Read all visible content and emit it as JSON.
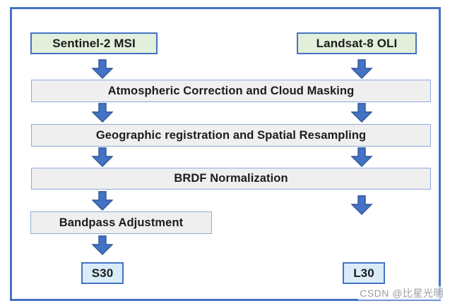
{
  "diagram": {
    "type": "flowchart",
    "description": "Harmonized Sentinel-2 / Landsat-8 processing workflow",
    "sources": [
      {
        "label": "Sentinel-2 MSI"
      },
      {
        "label": "Landsat-8 OLI"
      }
    ],
    "steps": [
      {
        "label": "Atmospheric Correction and Cloud Masking"
      },
      {
        "label": "Geographic registration and Spatial Resampling"
      },
      {
        "label": "BRDF Normalization"
      },
      {
        "label": "Bandpass Adjustment"
      }
    ],
    "outputs": [
      {
        "label": "S30"
      },
      {
        "label": "L30"
      }
    ],
    "edges": [
      "Sentinel-2 MSI -> Atmospheric Correction and Cloud Masking",
      "Landsat-8 OLI -> Atmospheric Correction and Cloud Masking",
      "Atmospheric Correction and Cloud Masking -> Geographic registration and Spatial Resampling",
      "Geographic registration and Spatial Resampling -> BRDF Normalization",
      "BRDF Normalization -> Bandpass Adjustment (Sentinel branch)",
      "BRDF Normalization -> L30 (Landsat branch)",
      "Bandpass Adjustment -> S30"
    ],
    "colors": {
      "source_fill": "#e2efda",
      "source_border": "#4472c4",
      "step_fill": "#efefef",
      "step_border": "#8faadc",
      "output_fill": "#d9ecf7",
      "output_border": "#4472c4",
      "arrow_fill": "#4472c4",
      "arrow_stroke": "#2f5597",
      "frame_border": "#4472c4"
    }
  },
  "watermark": {
    "text": "CSDN @比星光明"
  }
}
